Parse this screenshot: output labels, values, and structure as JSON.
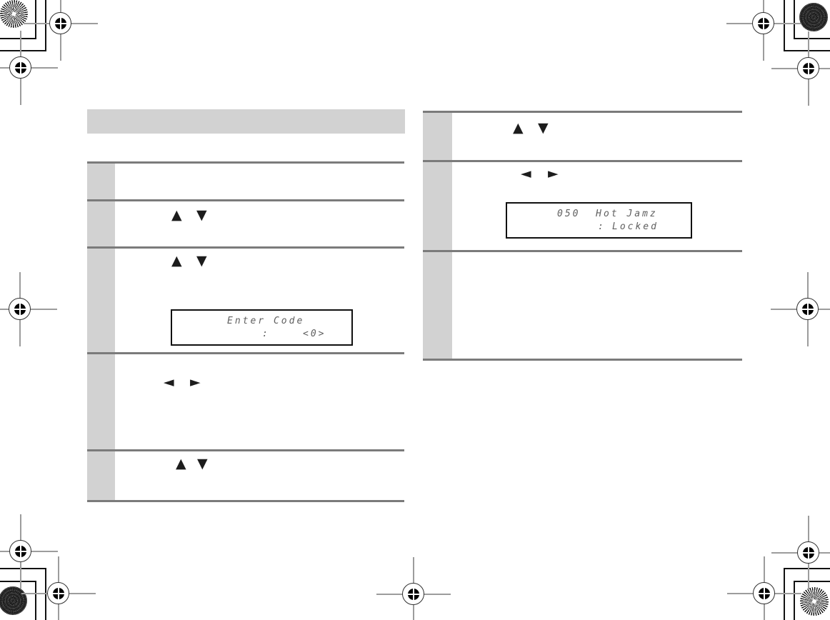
{
  "glyphs": {
    "up": "▲",
    "down": "▼",
    "left": "◄",
    "right": "►"
  },
  "lcd_displays": {
    "enter_code": {
      "line1": "Enter Code",
      "separator": ":",
      "value": "<0>"
    },
    "channel_lock": {
      "line1": "050  Hot Jamz",
      "separator": ":",
      "value": "Locked"
    }
  },
  "sections": {
    "left": {
      "steps": [
        {
          "arrows": []
        },
        {
          "arrows": [
            "up",
            "down"
          ]
        },
        {
          "arrows": [
            "up",
            "down"
          ],
          "display": "enter_code"
        },
        {
          "arrows": [
            "left",
            "right"
          ]
        },
        {
          "arrows": [
            "up",
            "down"
          ]
        }
      ]
    },
    "right": {
      "steps": [
        {
          "arrows": [
            "up",
            "down"
          ]
        },
        {
          "arrows": [
            "left",
            "right"
          ],
          "display": "channel_lock"
        },
        {
          "arrows": []
        }
      ]
    }
  },
  "colors": {
    "step_cell": "#d2d2d2",
    "rule": "#7b7b7b",
    "arrow": "#1c1c1c",
    "lcd_text": "#5f5f5f"
  }
}
